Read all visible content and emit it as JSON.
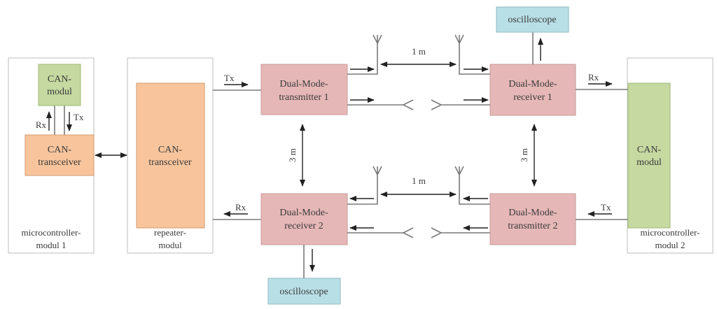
{
  "colors": {
    "can_module": "#c5d9a0",
    "transceiver": "#f7c49c",
    "dual_mode": "#e6b7b7",
    "oscilloscope": "#b9dfe6",
    "frame_border": "#c9c9c9"
  },
  "frames": {
    "mcu1": {
      "label_line1": "microcontroller-",
      "label_line2": "modul 1"
    },
    "repeater": {
      "label_line1": "repeater-",
      "label_line2": "modul"
    },
    "mcu2": {
      "label_line1": "microcontroller-",
      "label_line2": "modul 2"
    }
  },
  "blocks": {
    "can_modul_1": {
      "line1": "CAN-",
      "line2": "modul"
    },
    "can_transceiver_1": {
      "line1": "CAN-",
      "line2": "transceiver"
    },
    "can_transceiver_repeater": {
      "line1": "CAN-",
      "line2": "transceiver"
    },
    "transmitter_1": {
      "line1": "Dual-Mode-",
      "line2": "transmitter 1"
    },
    "receiver_1": {
      "line1": "Dual-Mode-",
      "line2": "receiver 1"
    },
    "receiver_2": {
      "line1": "Dual-Mode-",
      "line2": "receiver 2"
    },
    "transmitter_2": {
      "line1": "Dual-Mode-",
      "line2": "transmitter 2"
    },
    "can_modul_2": {
      "line1": "CAN-",
      "line2": "modul"
    },
    "oscilloscope_1": {
      "label": "oscilloscope"
    },
    "oscilloscope_2": {
      "label": "oscilloscope"
    }
  },
  "signals": {
    "rx": "Rx",
    "tx": "Tx"
  },
  "distances": {
    "top_horizontal": "1 m",
    "bottom_horizontal": "1 m",
    "left_vertical": "3 m",
    "right_vertical": "3 m"
  }
}
